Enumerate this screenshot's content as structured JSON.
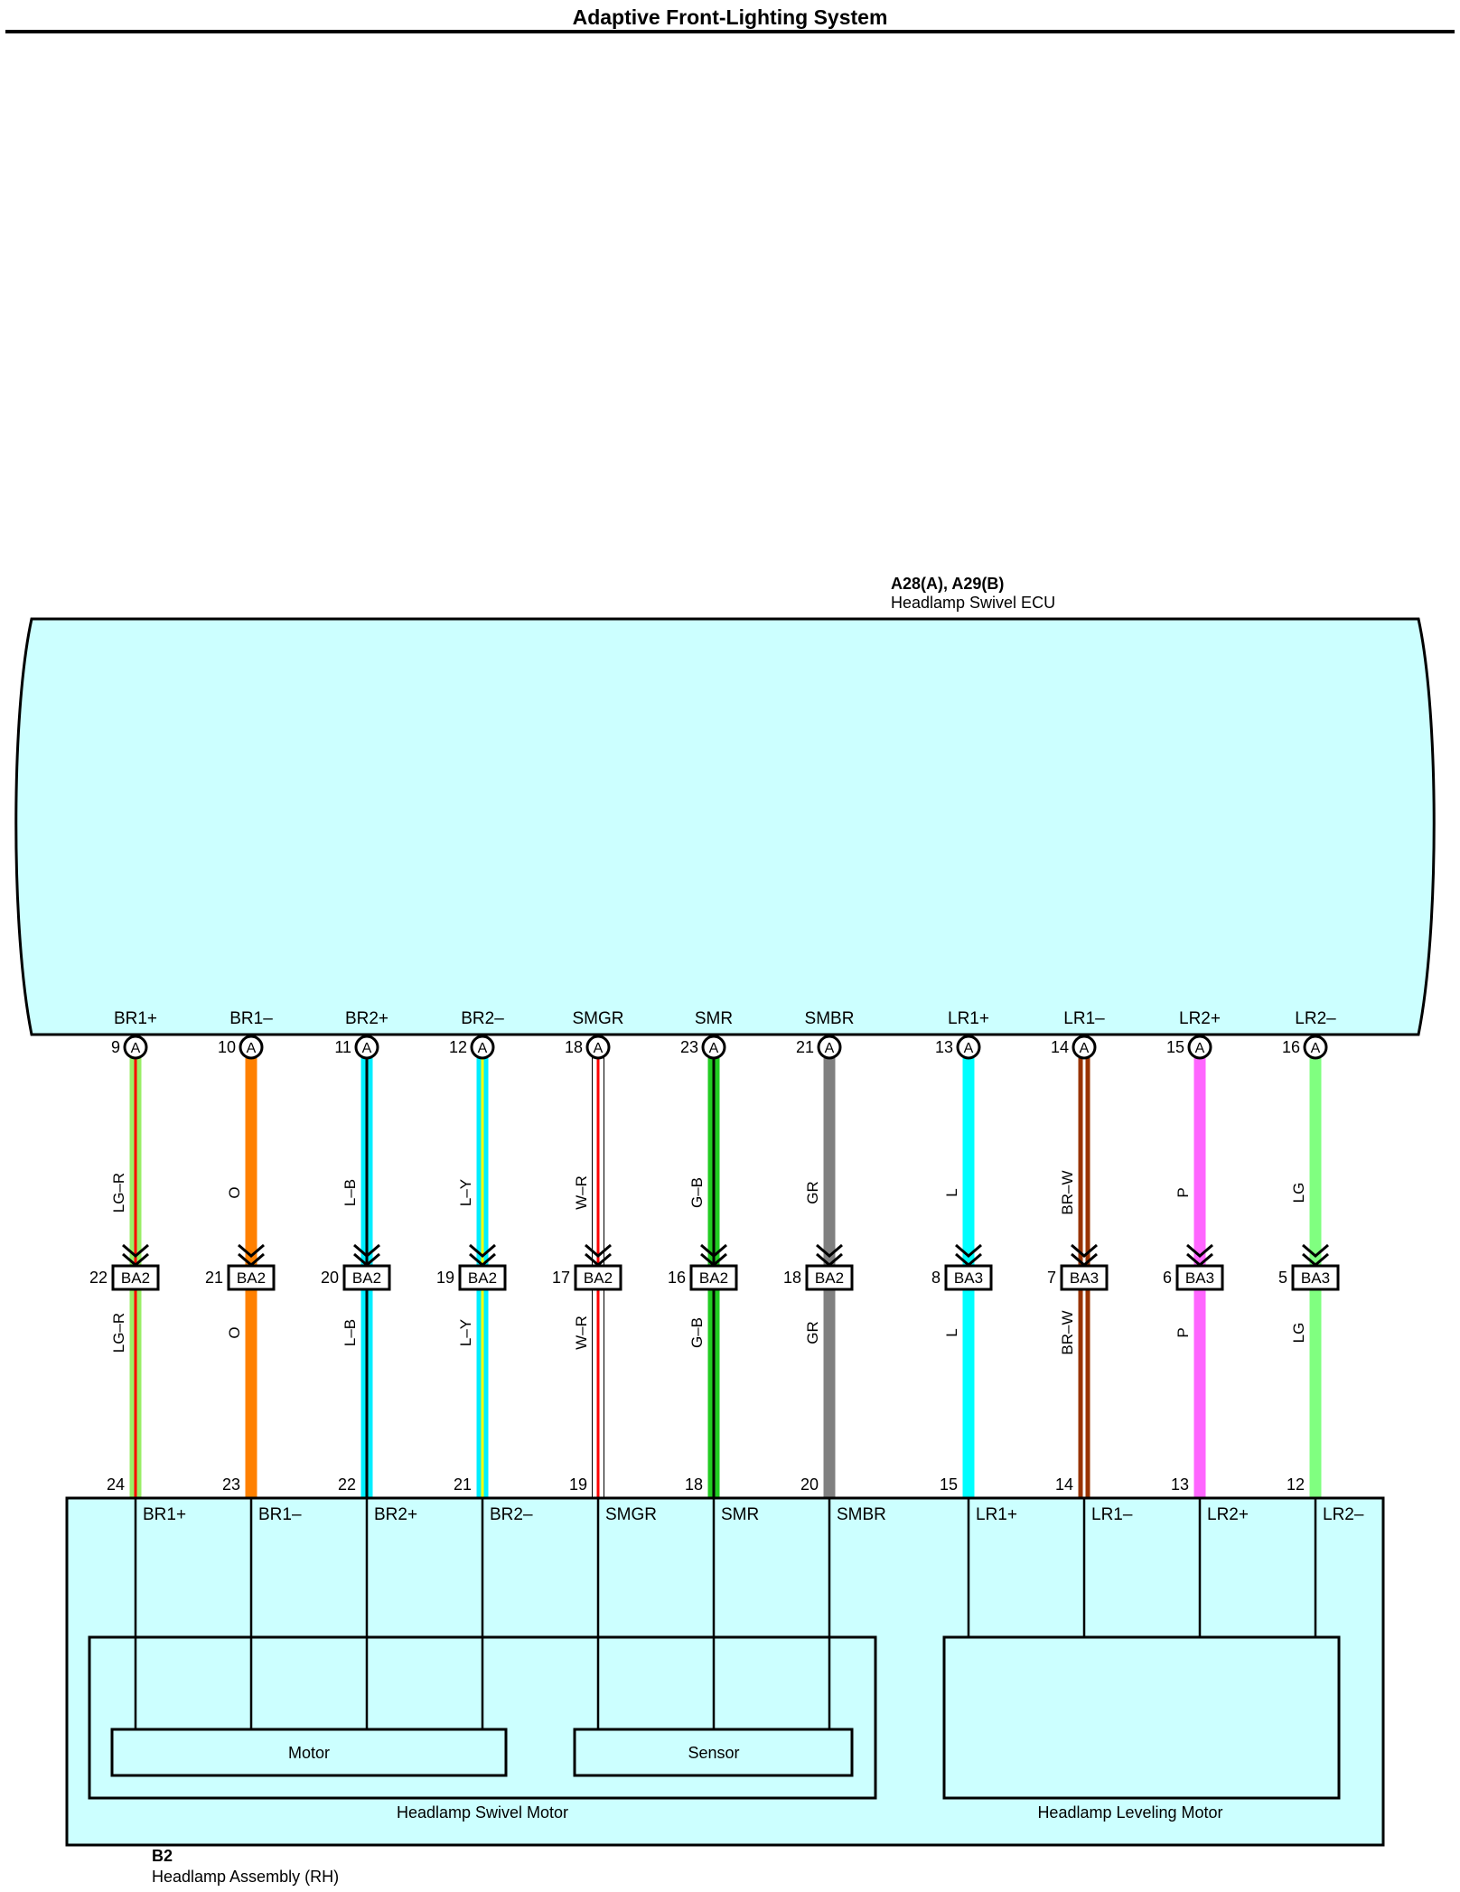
{
  "title": "Adaptive Front-Lighting System",
  "ecu": {
    "code": "A28(A), A29(B)",
    "name": "Headlamp Swivel ECU",
    "fill": "#ccffff"
  },
  "assembly": {
    "code": "B2",
    "name": "Headlamp Assembly (RH)",
    "fill": "#ccffff"
  },
  "swivel_motor": {
    "name": "Headlamp Swivel Motor",
    "motor_label": "Motor",
    "sensor_label": "Sensor"
  },
  "leveling_motor": {
    "name": "Headlamp Leveling Motor"
  },
  "circuits": [
    {
      "terminal": "BR1+",
      "ecu_pin": "9",
      "ecu_conn": "A",
      "connector": "BA2",
      "top_pin": "22",
      "bot_pin": "24",
      "wire": "LG–R",
      "base": "#99ee66",
      "stripe": "#ff0000"
    },
    {
      "terminal": "BR1–",
      "ecu_pin": "10",
      "ecu_conn": "A",
      "connector": "BA2",
      "top_pin": "21",
      "bot_pin": "23",
      "wire": "O",
      "base": "#ff8000",
      "stripe": null
    },
    {
      "terminal": "BR2+",
      "ecu_pin": "11",
      "ecu_conn": "A",
      "connector": "BA2",
      "top_pin": "20",
      "bot_pin": "22",
      "wire": "L–B",
      "base": "#00eeff",
      "stripe": "#000000"
    },
    {
      "terminal": "BR2–",
      "ecu_pin": "12",
      "ecu_conn": "A",
      "connector": "BA2",
      "top_pin": "19",
      "bot_pin": "21",
      "wire": "L–Y",
      "base": "#00eeff",
      "stripe": "#ffff00"
    },
    {
      "terminal": "SMGR",
      "ecu_pin": "18",
      "ecu_conn": "A",
      "connector": "BA2",
      "top_pin": "17",
      "bot_pin": "19",
      "wire": "W–R",
      "base": "#ffffff",
      "stripe": "#ff0000"
    },
    {
      "terminal": "SMR",
      "ecu_pin": "23",
      "ecu_conn": "A",
      "connector": "BA2",
      "top_pin": "16",
      "bot_pin": "18",
      "wire": "G–B",
      "base": "#22cc22",
      "stripe": "#000000"
    },
    {
      "terminal": "SMBR",
      "ecu_pin": "21",
      "ecu_conn": "A",
      "connector": "BA2",
      "top_pin": "18",
      "bot_pin": "20",
      "wire": "GR",
      "base": "#808080",
      "stripe": null
    },
    {
      "terminal": "LR1+",
      "ecu_pin": "13",
      "ecu_conn": "A",
      "connector": "BA3",
      "top_pin": "8",
      "bot_pin": "15",
      "wire": "L",
      "base": "#00ffff",
      "stripe": null
    },
    {
      "terminal": "LR1–",
      "ecu_pin": "14",
      "ecu_conn": "A",
      "connector": "BA3",
      "top_pin": "7",
      "bot_pin": "14",
      "wire": "BR–W",
      "base": "#993300",
      "stripe": "#ffffff"
    },
    {
      "terminal": "LR2+",
      "ecu_pin": "15",
      "ecu_conn": "A",
      "connector": "BA3",
      "top_pin": "6",
      "bot_pin": "13",
      "wire": "P",
      "base": "#ff66ff",
      "stripe": null
    },
    {
      "terminal": "LR2–",
      "ecu_pin": "16",
      "ecu_conn": "A",
      "connector": "BA3",
      "top_pin": "5",
      "bot_pin": "12",
      "wire": "LG",
      "base": "#80ff80",
      "stripe": null
    }
  ]
}
